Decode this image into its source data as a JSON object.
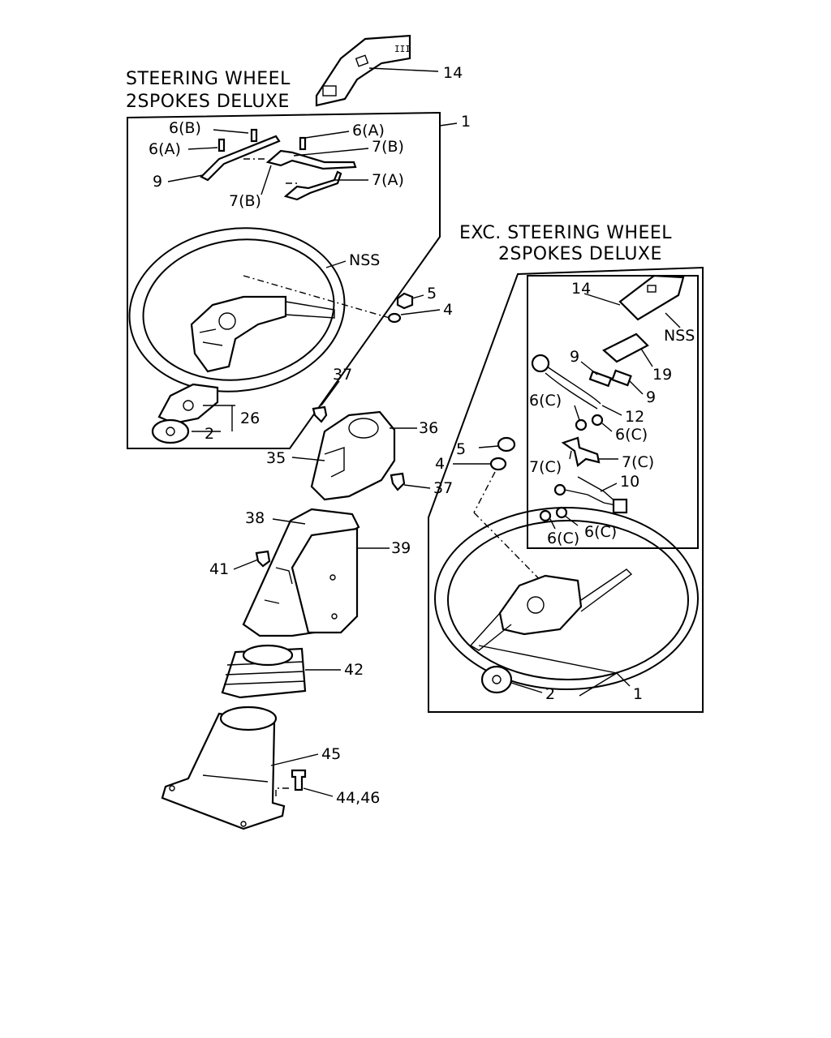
{
  "headers": {
    "deluxe_line1": "STEERING WHEEL",
    "deluxe_line2": "2SPOKES DELUXE",
    "exc_line1": "EXC. STEERING WHEEL",
    "exc_line2": "2SPOKES DELUXE"
  },
  "callouts": {
    "l14": "14",
    "l1": "1",
    "l6b": "6(B)",
    "l6a_top": "6(A)",
    "l6a_left": "6(A)",
    "l7b_right": "7(B)",
    "l9_left": "9",
    "l7a": "7(A)",
    "l7b_bottom": "7(B)",
    "lnss_left": "NSS",
    "l5_left": "5",
    "l4_left": "4",
    "l37_top": "37",
    "l26": "26",
    "l2_left": "2",
    "l36": "36",
    "l35": "35",
    "l37_mid": "37",
    "l38": "38",
    "l39": "39",
    "l41": "41",
    "l42": "42",
    "l45": "45",
    "l4446": "44,46",
    "r14": "14",
    "rnss": "NSS",
    "r9a": "9",
    "r19": "19",
    "r9b": "9",
    "r6c_a": "6(C)",
    "r12": "12",
    "r6c_b": "6(C)",
    "r5": "5",
    "r4": "4",
    "r7c_a": "7(C)",
    "r7c_b": "7(C)",
    "r10": "10",
    "r6c_c": "6(C)",
    "r6c_d": "6(C)",
    "r2": "2",
    "r1": "1"
  }
}
